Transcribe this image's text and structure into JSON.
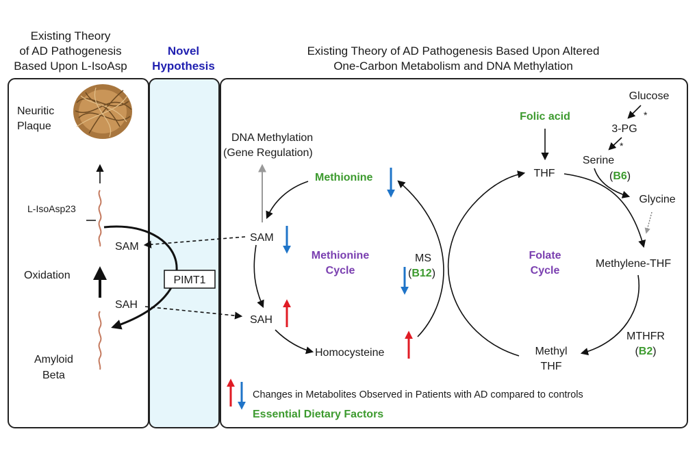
{
  "headers": {
    "left": [
      "Existing Theory",
      "of AD Pathogenesis",
      "Based Upon L-IsoAsp"
    ],
    "middle": [
      "Novel",
      "Hypothesis"
    ],
    "right": [
      "Existing Theory of AD Pathogenesis Based Upon Altered",
      "One-Carbon Metabolism and DNA Methylation"
    ]
  },
  "left_panel": {
    "neuritic": [
      "Neuritic",
      "Plaque"
    ],
    "isoasp": "L-IsoAsp23",
    "sam": "SAM",
    "oxidation": "Oxidation",
    "sah": "SAH",
    "amyloid": [
      "Amyloid",
      "Beta"
    ]
  },
  "middle_panel": {
    "pimt1": "PIMT1"
  },
  "methionine_cycle": {
    "dna_methylation": [
      "DNA Methylation",
      "(Gene Regulation)"
    ],
    "methionine": "Methionine",
    "sam": "SAM",
    "cycle_label": [
      "Methionine",
      "Cycle"
    ],
    "sah": "SAH",
    "ms": "MS",
    "b12": "B12",
    "homocysteine": "Homocysteine"
  },
  "folate_cycle": {
    "folic_acid": "Folic acid",
    "glucose": "Glucose",
    "pg3": "3-PG",
    "serine": "Serine",
    "b6": "B6",
    "star": "*",
    "thf": "THF",
    "glycine": "Glycine",
    "cycle_label": [
      "Folate",
      "Cycle"
    ],
    "methylene_thf": "Methylene-THF",
    "mthfr": "MTHFR",
    "b2": "B2",
    "methyl_thf": [
      "Methyl",
      "THF"
    ]
  },
  "legend": {
    "changes": "Changes in Metabolites Observed in Patients with AD compared to controls",
    "dietary": "Essential Dietary Factors"
  },
  "colors": {
    "up_arrow": "#e01b24",
    "down_arrow": "#1f74c8",
    "green_text": "#3c9a2e",
    "purple_text": "#7a3fb0",
    "navy_text": "#1f1fb0",
    "middle_panel_fill": "#e6f6fb"
  }
}
